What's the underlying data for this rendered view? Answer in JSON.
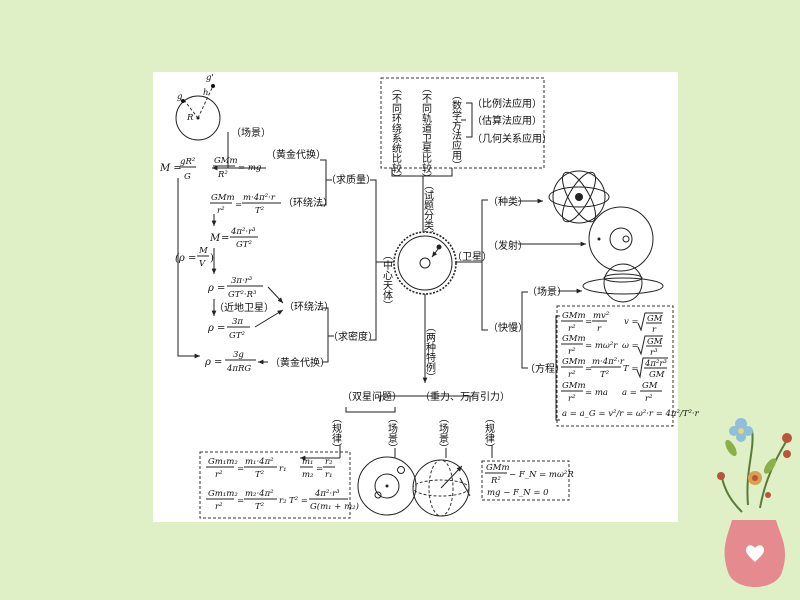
{
  "center": {
    "label_zhongxin": "（中心天体）",
    "label_weixing": "（卫星）",
    "label_fenlei": "（试题分类）",
    "label_teli": "（两种特例）"
  },
  "top_box": {
    "col1": "（不同环绕系统比较）",
    "col2": "（不同轨道卫星比较）",
    "col3": "（数学方法应用）",
    "item1": "（比例法应用）",
    "item2": "（估算法应用）",
    "item3": "（几何关系应用）"
  },
  "left": {
    "changjing": "（场景）",
    "huangjin1": "（黄金代换）",
    "qiuzhiliang": "（求质量）",
    "huanrao": "（环绕法）",
    "jindi": "（近地卫星）",
    "huanrao2": "（环绕法）",
    "qiumidu": "（求密度）",
    "huangjin2": "（黄金代换）",
    "f_M1_lhs": "M =",
    "f_M1_num": "gR²",
    "f_M1_den": "G",
    "f_gold_num": "GMm",
    "f_gold_den": "R²",
    "f_gold_rhs": "= mg",
    "f_orb_num": "GMm",
    "f_orb_den": "r²",
    "f_orb_rhs_num": "m·4π²·r",
    "f_orb_rhs_den": "T²",
    "f_M2_num": "4π²·r³",
    "f_M2_den": "GT²",
    "f_rho_def": "(ρ =",
    "f_rho_def_num": "M",
    "f_rho_def_den": "V",
    "f_rho1_num": "3π·r³",
    "f_rho1_den": "GT²·R³",
    "f_rho2_num": "3π",
    "f_rho2_den": "GT²",
    "f_rho3_num": "3g",
    "f_rho3_den": "4πRG",
    "fig_g1": "g",
    "fig_g2": "g'",
    "fig_h": "h",
    "fig_R": "R",
    "sym_M": "M",
    "sym_rho": "ρ",
    "sym_eq": "="
  },
  "right": {
    "zhonglei": "（种类）",
    "fashe": "（发射）",
    "kuaiman": "（快慢）",
    "changjing": "（场景）",
    "fangcheng": "（方程）",
    "eq_lhs_num": "GMm",
    "eq_lhs_den": "r²",
    "eq1_rhs_num": "mv²",
    "eq1_rhs_den": "r",
    "eq2_rhs": "= mω²r",
    "eq3_rhs_num": "m·4π²·r",
    "eq3_rhs_den": "T²",
    "eq4_rhs": "= ma",
    "eq5": "a = a_G = v²/r = ω²·r = 4π²/T²·r",
    "v_lhs": "v =",
    "v_num": "GM",
    "v_den": "r",
    "w_lhs": "ω =",
    "w_num": "GM",
    "w_den": "r³",
    "T_lhs": "T =",
    "T_num": "4π²r³",
    "T_den": "GM",
    "a_lhs": "a =",
    "a_num": "GM",
    "a_den": "r²"
  },
  "bottom": {
    "shuangxing": "（双星问题）",
    "zhongli": "（重力、万有引力）",
    "guilv1": "（规律）",
    "changjing1": "（场景）",
    "changjing2": "（场景）",
    "guilv2": "（规律）",
    "ds_l1_num": "Gm₁m₂",
    "ds_l1_den": "r²",
    "ds_l1_rhs_num": "m₁·4π²",
    "ds_l1_rhs_den": "T²",
    "ds_l1_r": "r₁",
    "ds_l2_rhs_num": "m₂·4π²",
    "ds_l2_r": "r₂",
    "ds_ratio_num": "m₁",
    "ds_ratio_den": "m₂",
    "ds_ratio_rhs_num": "r₂",
    "ds_ratio_rhs_den": "r₁",
    "ds_T_lhs": "T² =",
    "ds_T_num": "4π²·r³",
    "ds_T_den": "G(m₁ + m₂)",
    "g_eq1_num": "GMm",
    "g_eq1_den": "R²",
    "g_eq1_rhs": "− F_N = mω²R",
    "g_eq2": "mg − F_N = 0"
  },
  "colors": {
    "background": "#dff0c6",
    "card": "#ffffff",
    "vase": "#e58a8f",
    "flower": "#8fbfd9"
  }
}
